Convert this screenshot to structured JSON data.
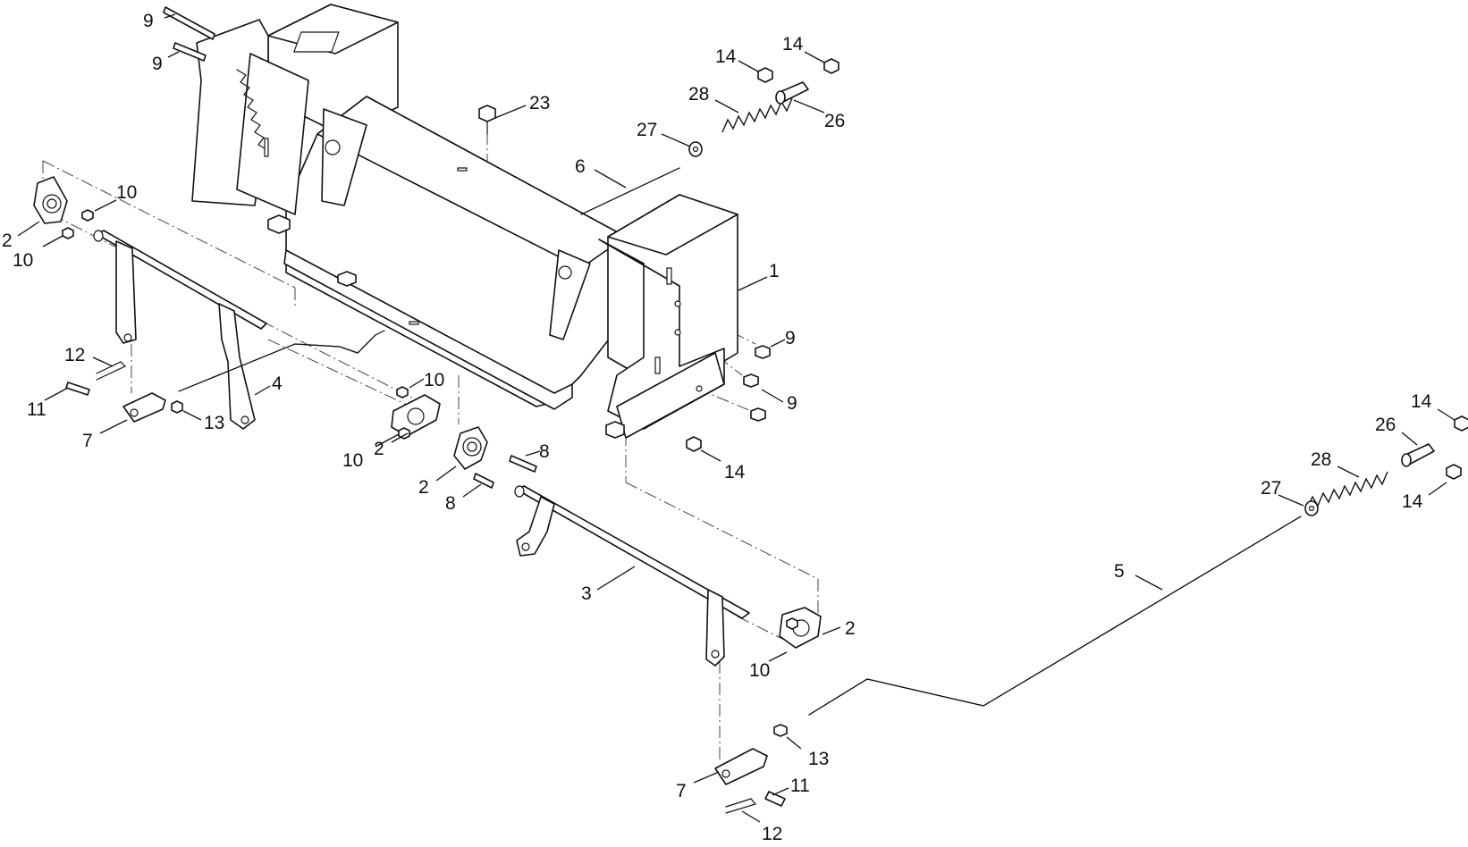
{
  "callouts": [
    {
      "id": "c1",
      "label": "1"
    },
    {
      "id": "c2a",
      "label": "2"
    },
    {
      "id": "c2b",
      "label": "2"
    },
    {
      "id": "c2c",
      "label": "2"
    },
    {
      "id": "c2d",
      "label": "2"
    },
    {
      "id": "c3",
      "label": "3"
    },
    {
      "id": "c4",
      "label": "4"
    },
    {
      "id": "c5",
      "label": "5"
    },
    {
      "id": "c6",
      "label": "6"
    },
    {
      "id": "c7a",
      "label": "7"
    },
    {
      "id": "c7b",
      "label": "7"
    },
    {
      "id": "c8a",
      "label": "8"
    },
    {
      "id": "c8b",
      "label": "8"
    },
    {
      "id": "c9a",
      "label": "9"
    },
    {
      "id": "c9b",
      "label": "9"
    },
    {
      "id": "c9c",
      "label": "9"
    },
    {
      "id": "c9d",
      "label": "9"
    },
    {
      "id": "c10a",
      "label": "10"
    },
    {
      "id": "c10b",
      "label": "10"
    },
    {
      "id": "c10c",
      "label": "10"
    },
    {
      "id": "c10d",
      "label": "10"
    },
    {
      "id": "c10e",
      "label": "10"
    },
    {
      "id": "c11a",
      "label": "11"
    },
    {
      "id": "c11b",
      "label": "11"
    },
    {
      "id": "c12a",
      "label": "12"
    },
    {
      "id": "c12b",
      "label": "12"
    },
    {
      "id": "c13a",
      "label": "13"
    },
    {
      "id": "c13b",
      "label": "13"
    },
    {
      "id": "c14a",
      "label": "14"
    },
    {
      "id": "c14b",
      "label": "14"
    },
    {
      "id": "c14c",
      "label": "14"
    },
    {
      "id": "c14d",
      "label": "14"
    },
    {
      "id": "c14e",
      "label": "14"
    },
    {
      "id": "c23",
      "label": "23"
    },
    {
      "id": "c26a",
      "label": "26"
    },
    {
      "id": "c26b",
      "label": "26"
    },
    {
      "id": "c27a",
      "label": "27"
    },
    {
      "id": "c27b",
      "label": "27"
    },
    {
      "id": "c28a",
      "label": "28"
    },
    {
      "id": "c28b",
      "label": "28"
    }
  ]
}
